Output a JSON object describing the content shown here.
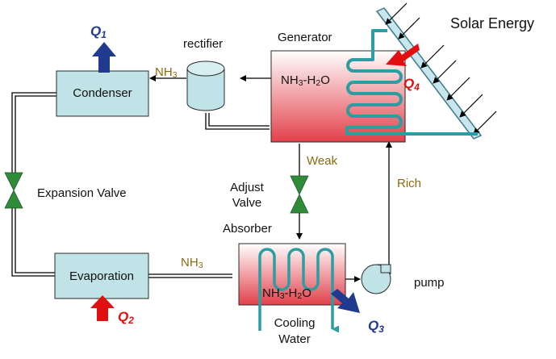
{
  "title": "Solar Energy",
  "components": {
    "condenser": "Condenser",
    "evaporation": "Evaporation",
    "rectifier": "rectifier",
    "generator": "Generator",
    "generator_fluid": "NH3-H2O",
    "absorber": "Absorber",
    "absorber_fluid": "NH3-H2O",
    "pump": "pump",
    "expansion_valve": "Expansion Valve",
    "adjust_valve_line1": "Adjust",
    "adjust_valve_line2": "Valve",
    "cooling_water_line1": "Cooling",
    "cooling_water_line2": "Water"
  },
  "streams": {
    "nh3_top": "NH3",
    "nh3_bottom": "NH3",
    "weak": "Weak",
    "rich": "Rich"
  },
  "heat_flows": {
    "q1": "Q1",
    "q2": "Q2",
    "q3": "Q3",
    "q4": "Q4"
  },
  "colors": {
    "box_fill": "#bfe3e6",
    "hot_gradient_top": "#ffffff",
    "hot_gradient_bottom": "#e2404a",
    "coil": "#2a9ea0",
    "valve": "#2f8a3a",
    "heat_in": "#e01010",
    "heat_out": "#203a90",
    "stream_label": "#8a6a10"
  }
}
